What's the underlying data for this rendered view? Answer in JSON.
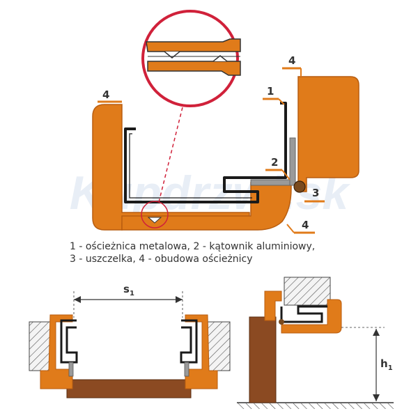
{
  "diagram": {
    "labels": {
      "part_1": "1",
      "part_2": "2",
      "part_3": "3",
      "part_4_left": "4",
      "part_4_top": "4",
      "part_4_bottom": "4"
    },
    "caption": {
      "line1": "1 - ościeżnica metalowa, 2 - kątownik aluminiowy,",
      "line2": "3 - uszczelka, 4 - obudowa ościeżnicy"
    },
    "dimensions": {
      "width_symbol": "s",
      "width_subscript": "1",
      "height_symbol": "h",
      "height_subscript": "1"
    },
    "watermark": "Kupdrzwi.sk",
    "colors": {
      "casing": "#e07b1a",
      "casing_dark": "#b85d10",
      "metal_outline": "#1a1a1a",
      "aluminium": "#9a9a9a",
      "seal": "#7a4a1e",
      "wood_floor": "#8b4a22",
      "highlight": "#d0213a",
      "wall_hatch": "#555555"
    }
  }
}
